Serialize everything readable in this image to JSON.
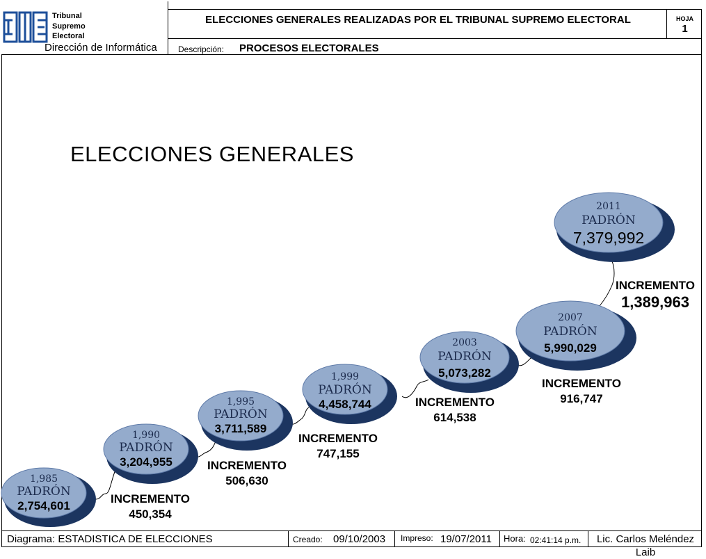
{
  "header": {
    "org_line1": "Tribunal",
    "org_line2": "Supremo",
    "org_line3": "Electoral",
    "department": "Dirección de Informática",
    "title": "ELECCIONES GENERALES REALIZADAS POR EL TRIBUNAL SUPREMO ELECTORAL",
    "sheet_label": "HOJA",
    "sheet_number": "1",
    "description_label": "Descripción:",
    "description_value": "PROCESOS ELECTORALES"
  },
  "diagram": {
    "title": "ELECCIONES GENERALES",
    "nodes": [
      {
        "year": "1,985",
        "label": "PADRÓN",
        "value": "2,754,601"
      },
      {
        "year": "1,990",
        "label": "PADRÓN",
        "value": "3,204,955"
      },
      {
        "year": "1,995",
        "label": "PADRÓN",
        "value": "3,711,589"
      },
      {
        "year": "1,999",
        "label": "PADRÓN",
        "value": "4,458,744"
      },
      {
        "year": "2003",
        "label": "PADRÓN",
        "value": "5,073,282"
      },
      {
        "year": "2007",
        "label": "PADRÓN",
        "value": "5,990,029"
      },
      {
        "year": "2011",
        "label": "PADRÓN",
        "value": "7,379,992"
      }
    ],
    "increments": [
      {
        "label": "INCREMENTO",
        "value": "450,354"
      },
      {
        "label": "INCREMENTO",
        "value": "506,630"
      },
      {
        "label": "INCREMENTO",
        "value": "747,155"
      },
      {
        "label": "INCREMENTO",
        "value": "614,538"
      },
      {
        "label": "INCREMENTO",
        "value": "916,747"
      },
      {
        "label": "INCREMENTO",
        "value": "1,389,963"
      }
    ],
    "colors": {
      "ellipse_fill": "#94abcc",
      "ellipse_shadow": "#1c3560"
    }
  },
  "footer": {
    "diagram_label": "Diagrama: ESTADISTICA DE ELECCIONES",
    "created_label": "Creado:",
    "created_value": "09/10/2003",
    "printed_label": "Impreso:",
    "printed_value": "19/07/2011",
    "time_label": "Hora:",
    "time_value": "02:41:14 p.m.",
    "author": "Lic. Carlos Meléndez Laib"
  }
}
